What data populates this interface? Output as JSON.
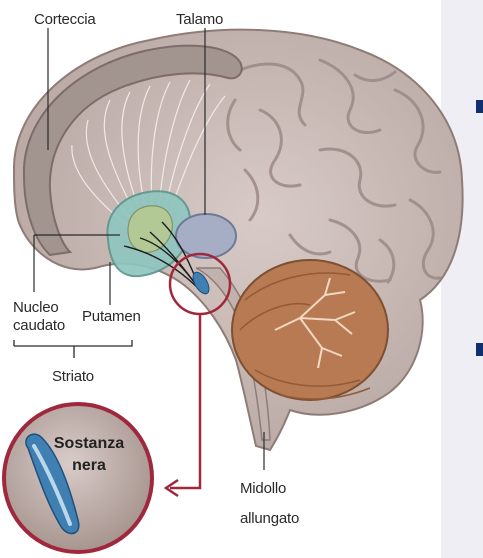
{
  "labels": {
    "corteccia": "Corteccia",
    "talamo": "Talamo",
    "nucleo_line1": "Nucleo",
    "nucleo_line2": "caudato",
    "putamen": "Putamen",
    "striato": "Striato",
    "midollo_line1": "Midollo",
    "midollo_line2": "allungato"
  },
  "inset": {
    "title_line1": "Sostanza",
    "title_line2": "nera"
  },
  "colors": {
    "brain_fill": "#cdbfbb",
    "brain_fold": "#9c8985",
    "cortex_dark": "#8d7b77",
    "cerebellum": "#b77a52",
    "thalamus": "#a5aec4",
    "putamen": "#8fc6bf",
    "accent_ring": "#a0283c",
    "substantia_nigra": "#3f7fb2",
    "side_panel": "#eeeef4",
    "panel_marker": "#0f2f6e"
  }
}
